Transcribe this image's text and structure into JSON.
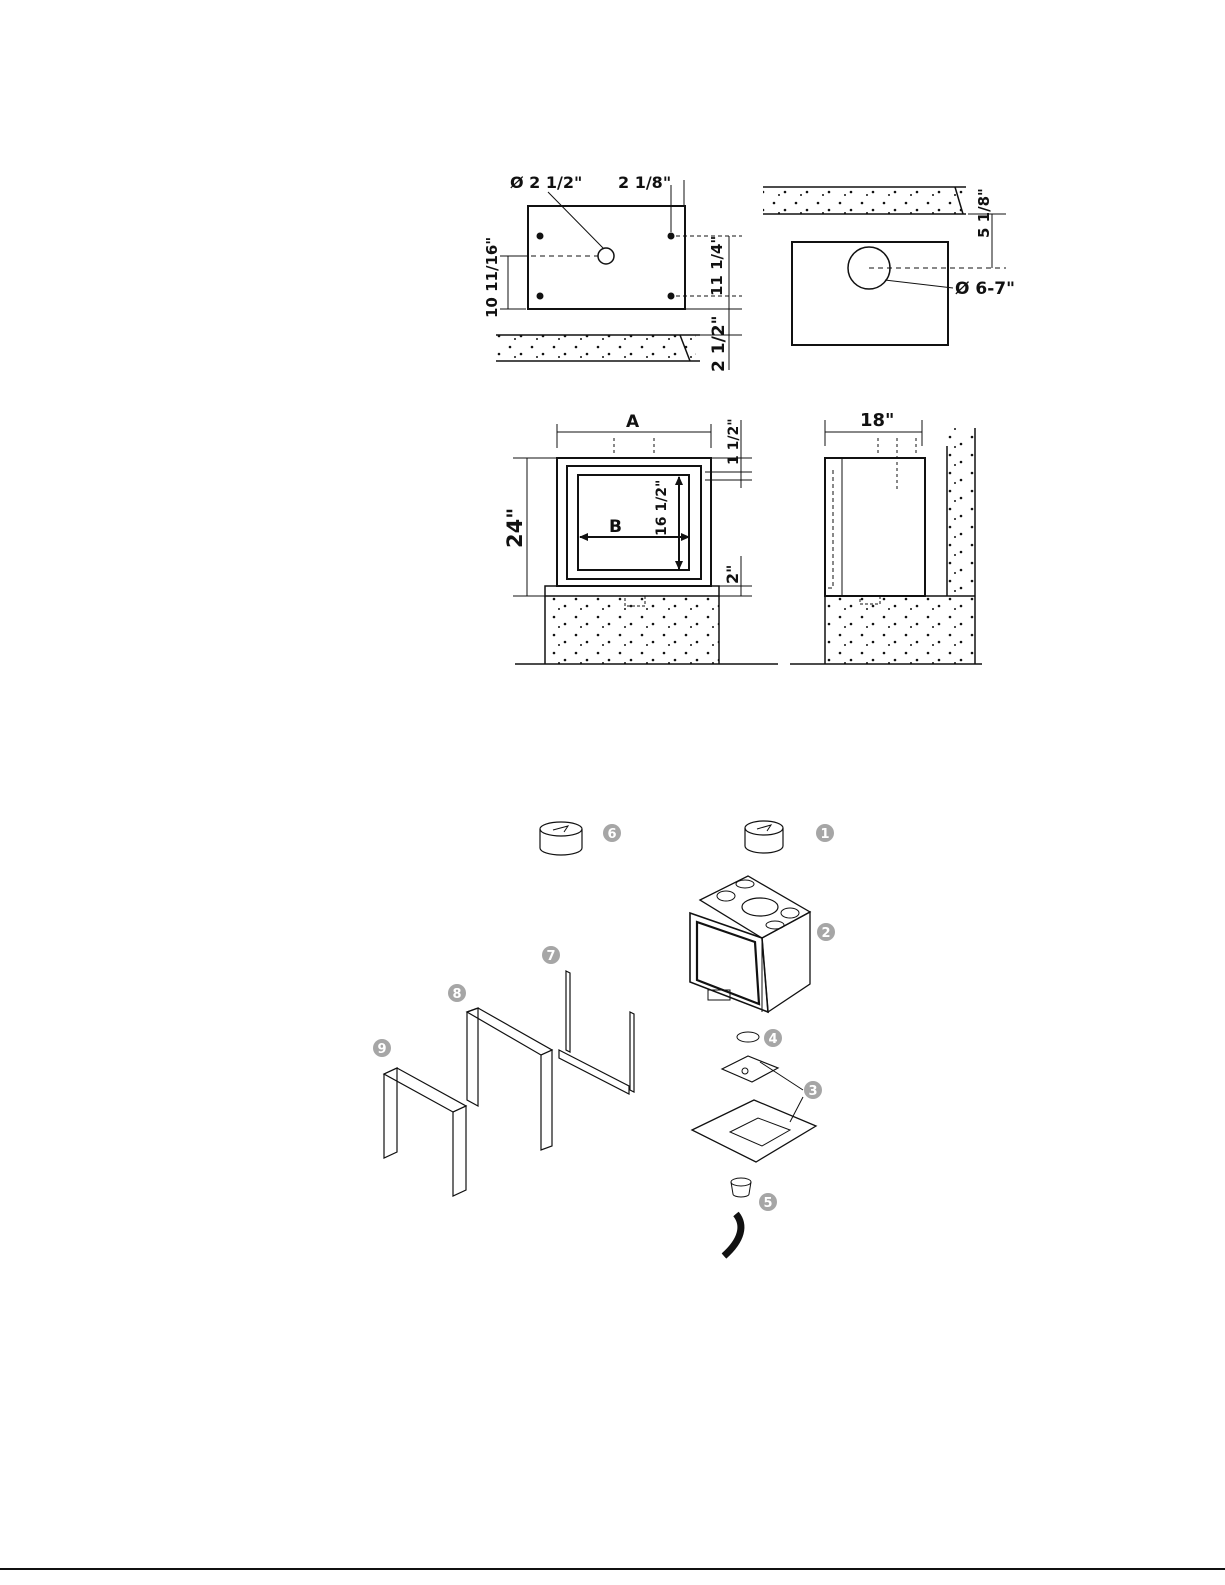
{
  "dimensions": {
    "vent_diameter": "Ø 2 1/2\"",
    "hole_offset": "2 1/8\"",
    "left_height": "10 11/16\"",
    "hole_spacing": "11 1/4\"",
    "floor_gap": "2 1/2\"",
    "flue_offset": "5 1/8\"",
    "flue_diameter": "Ø 6-7\"",
    "width_a": "A",
    "top_gap": "1 1/2\"",
    "height_total": "24\"",
    "width_b": "B",
    "glass_height": "16 1/2\"",
    "base_gap": "2\"",
    "depth": "18\""
  },
  "parts": {
    "p1": "1",
    "p2": "2",
    "p3": "3",
    "p4": "4",
    "p5": "5",
    "p6": "6",
    "p7": "7",
    "p8": "8",
    "p9": "9"
  }
}
